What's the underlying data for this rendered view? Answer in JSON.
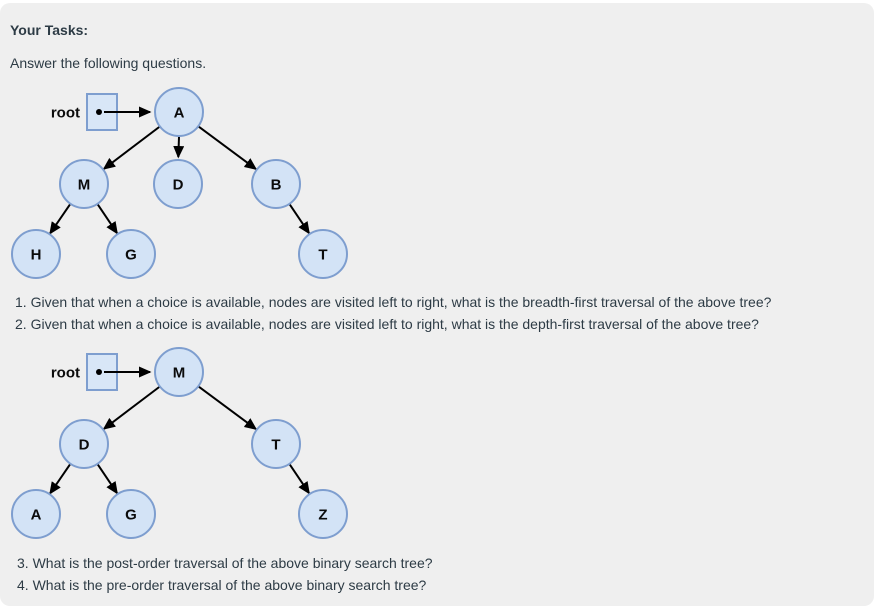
{
  "colors": {
    "page_background": "#ffffff",
    "panel_background": "#efefef",
    "node_fill": "#d3e3f6",
    "node_stroke": "#7e9ecf",
    "body_text": "#2d3b45",
    "diagram_text": "#0b0b0b",
    "arrow": "#000000"
  },
  "header": {
    "title": "Your Tasks:",
    "subtitle": "Answer the following questions."
  },
  "tree1": {
    "root_label": "root",
    "nodes": [
      {
        "label": "A"
      },
      {
        "label": "M"
      },
      {
        "label": "D"
      },
      {
        "label": "B"
      },
      {
        "label": "H"
      },
      {
        "label": "G"
      },
      {
        "label": "T"
      }
    ],
    "edges": [
      "root→A",
      "A→M",
      "A→D",
      "A→B",
      "M→H",
      "M→G",
      "B→T"
    ]
  },
  "questions_top": [
    "1. Given that when a choice is available, nodes are visited left to right, what is the breadth-first traversal of the above tree?",
    "2. Given that when a choice is available, nodes are visited left to right, what is the depth-first traversal of the above tree?"
  ],
  "tree2": {
    "root_label": "root",
    "nodes": [
      {
        "label": "M"
      },
      {
        "label": "D"
      },
      {
        "label": "T"
      },
      {
        "label": "A"
      },
      {
        "label": "G"
      },
      {
        "label": "Z"
      }
    ],
    "edges": [
      "root→M",
      "M→D",
      "M→T",
      "D→A",
      "D→G",
      "T→Z"
    ]
  },
  "questions_bottom": [
    "3. What is the post-order traversal of the above binary search tree?",
    "4. What is the pre-order traversal of the above binary search tree?"
  ]
}
